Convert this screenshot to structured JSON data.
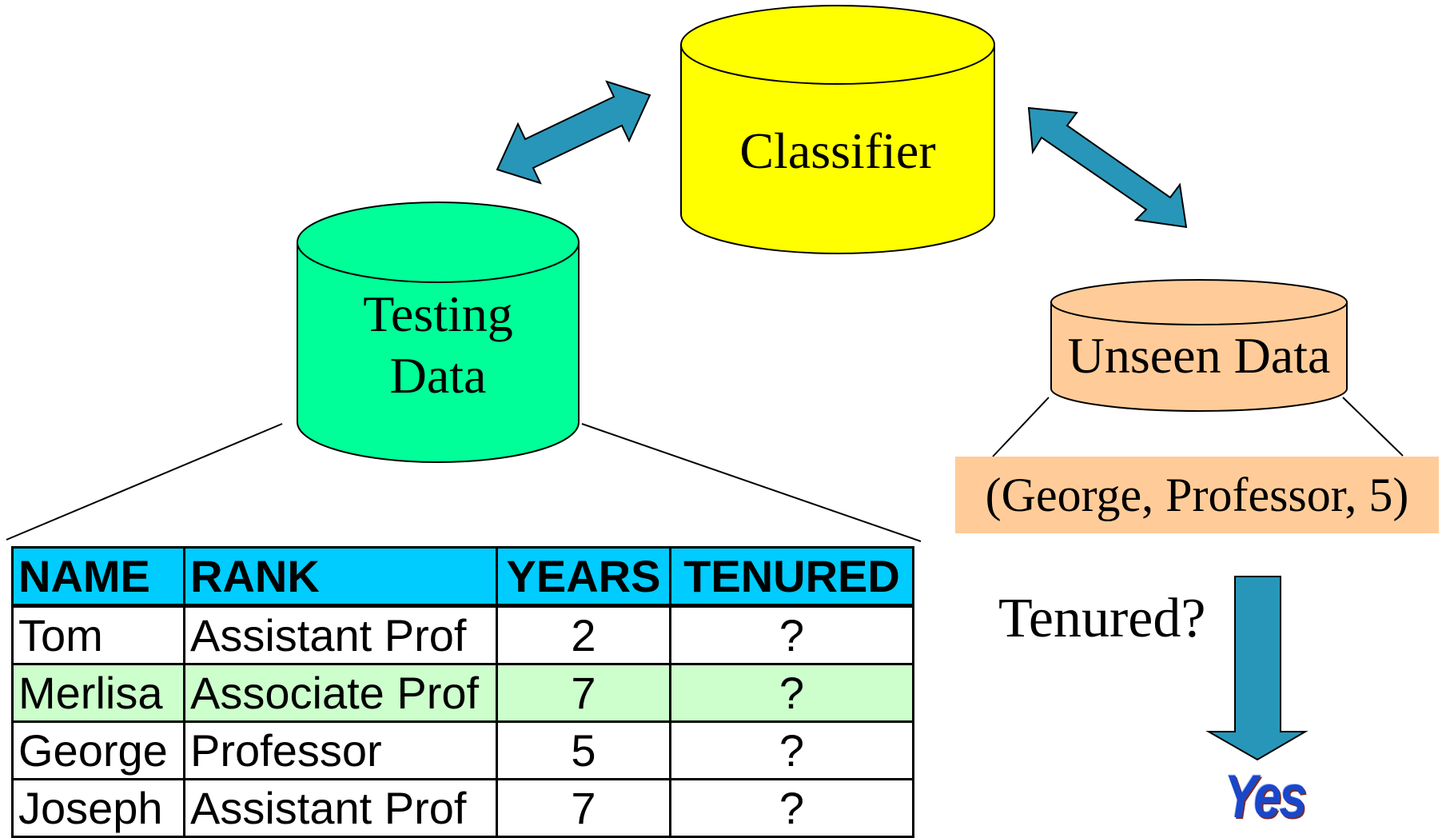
{
  "classifier": {
    "label": "Classifier",
    "color": "#ffff00"
  },
  "testing_data": {
    "label_lines": [
      "Testing",
      "Data"
    ],
    "color": "#00ff99"
  },
  "unseen_data": {
    "label": "Unseen Data",
    "color": "#ffcc99"
  },
  "arrow_color": "#2896b8",
  "table": {
    "header_color": "#00ccff",
    "highlight_color": "#ccffcc",
    "columns": [
      "NAME",
      "RANK",
      "YEARS",
      "TENURED"
    ],
    "rows": [
      [
        "Tom",
        "Assistant Prof",
        "2",
        "?"
      ],
      [
        "Merlisa",
        "Associate Prof",
        "7",
        "?"
      ],
      [
        "George",
        "Professor",
        "5",
        "?"
      ],
      [
        "Joseph",
        "Assistant Prof",
        "7",
        "?"
      ]
    ]
  },
  "unseen_tuple": "(George, Professor, 5)",
  "question": "Tenured?",
  "answer": "Yes"
}
